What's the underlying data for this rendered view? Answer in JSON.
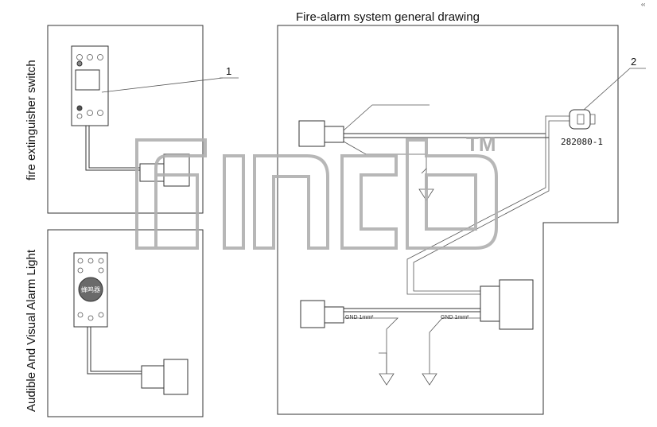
{
  "diagram": {
    "title": "Fire-alarm system general drawing",
    "left_panel_top_label": "fire extinguisher switch",
    "left_panel_bottom_label": "Audible And Visual Alarm Light",
    "callout_1": "1",
    "callout_2": "2",
    "connector_part_number": "282080-1",
    "gnd_label_left": "GND  1mm²",
    "gnd_label_right": "GND  1mm²",
    "alarm_button_text": "蜂鸣器"
  },
  "watermark": {
    "mark": "TM"
  },
  "colors": {
    "line": "#333333",
    "watermark": "#b0b0b0",
    "background": "#ffffff"
  }
}
